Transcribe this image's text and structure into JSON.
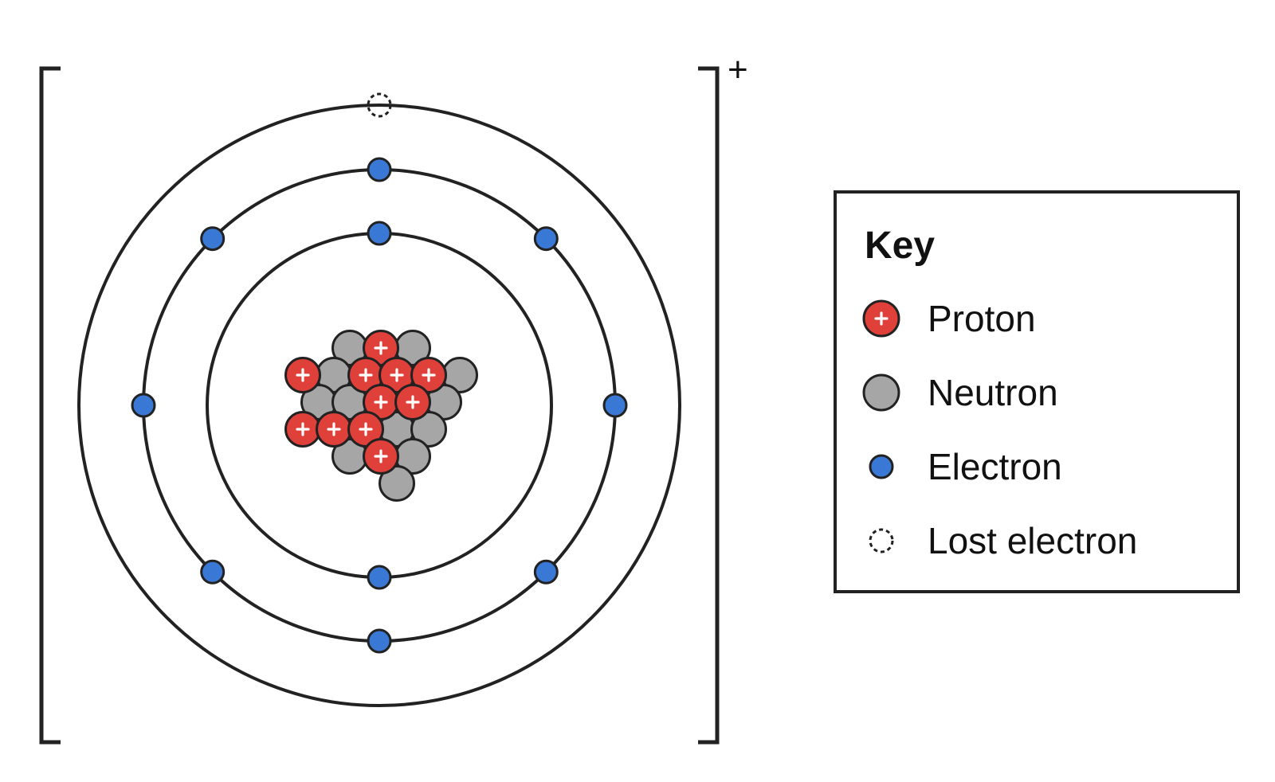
{
  "ion_charge": "+",
  "atom": {
    "shells": [
      {
        "electrons": 2,
        "lost": 0
      },
      {
        "electrons": 8,
        "lost": 0
      },
      {
        "electrons": 0,
        "lost": 1
      }
    ],
    "nucleus": {
      "protons": 11,
      "neutrons": 12
    }
  },
  "legend": {
    "title": "Key",
    "items": [
      {
        "label": "Proton",
        "icon": "proton-icon"
      },
      {
        "label": "Neutron",
        "icon": "neutron-icon"
      },
      {
        "label": "Electron",
        "icon": "electron-icon"
      },
      {
        "label": "Lost electron",
        "icon": "lost-electron-icon"
      }
    ]
  },
  "colors": {
    "proton": "#e0403a",
    "neutron": "#a6a6a6",
    "electron": "#3a78d6",
    "line": "#222222"
  }
}
